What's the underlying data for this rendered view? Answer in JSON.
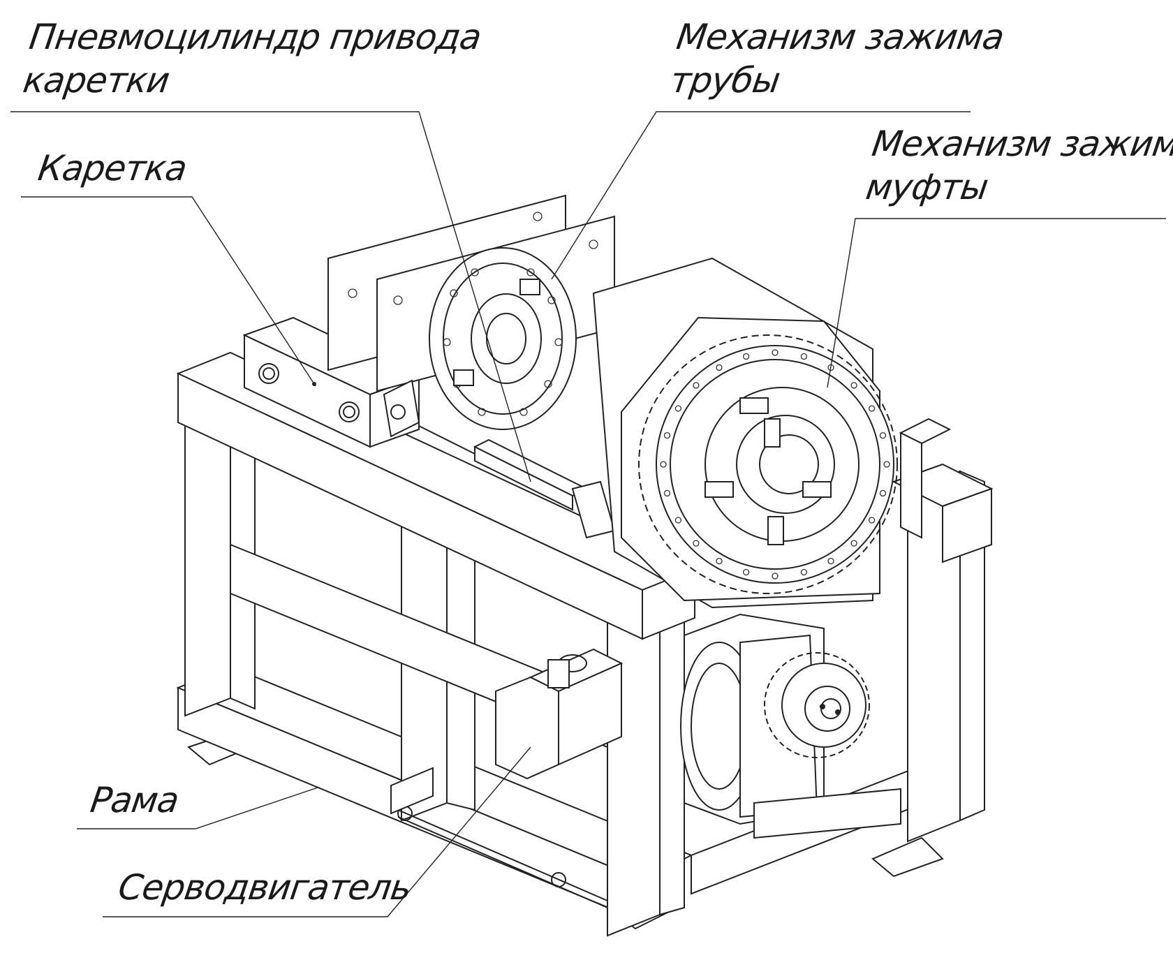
{
  "labels": {
    "pneumatic_cylinder": {
      "line1": "Пневмоцилиндр привода",
      "line2": "каретки"
    },
    "pipe_clamp": {
      "line1": "Механизм зажима",
      "line2": "трубы"
    },
    "carriage": {
      "line1": "Каретка"
    },
    "coupling_clamp": {
      "line1": "Механизм зажима",
      "line2": "муфты"
    },
    "frame": {
      "line1": "Рама"
    },
    "servo_motor": {
      "line1": "Серводвигатель"
    }
  },
  "colors": {
    "ink": "#222222",
    "background": "#ffffff"
  }
}
